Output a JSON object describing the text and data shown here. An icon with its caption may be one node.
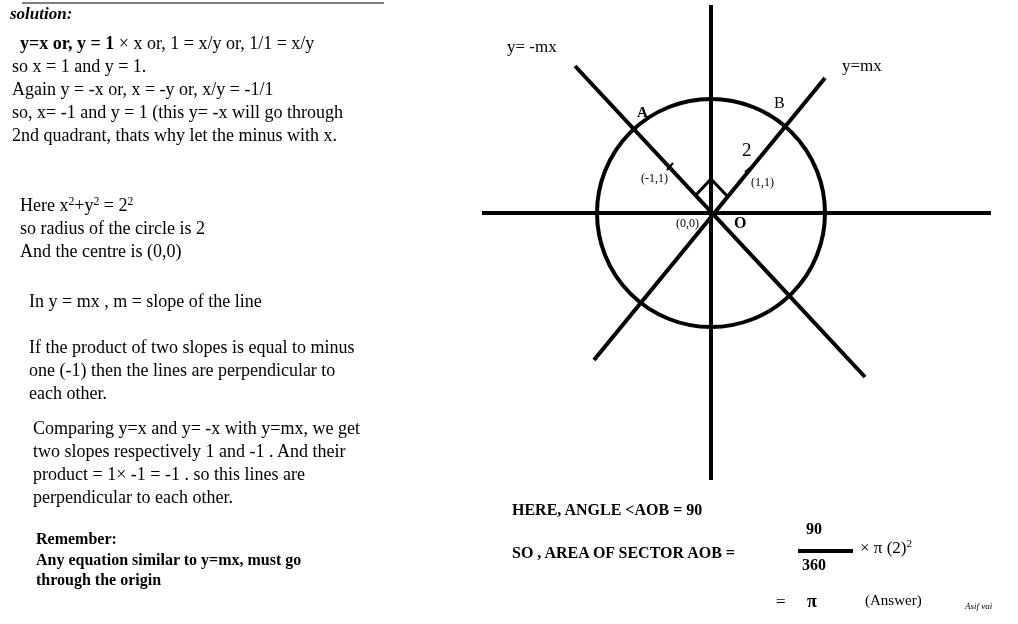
{
  "diagram": {
    "labels": [
      "solution:",
      "**y=x or, y = 1** × x or, 1 = x/y or, 1/1 = x/y",
      "so x = 1 and y = 1.",
      "Again y = -x or, x = -y or, x/y = -1/1",
      "so, x= -1 and y = 1 (this y= -x will go through",
      "2nd quadrant, thats why let the minus with x.",
      "Here x$^{2}$+y$^{2}$ = 2$^{2}$",
      "so radius of the circle is 2",
      "And the centre is (0,0)",
      "In y = mx , m = slope of the line",
      "If the product of two slopes is equal to minus one (-1) then the lines are perpendicular to each other.",
      "Comparing y=x and y= -x with y=mx, we get two slopes respectively 1 and -1 . And their product = 1× -1 = -1 . so this lines are perpendicular to each other.",
      "Remember:",
      "Any equation similar to y=mx, must go through the origin",
      "y= -mx",
      "y=mx",
      "A",
      "B",
      "2",
      "(-1,1)",
      "(1,1)",
      "(0,0)",
      "O",
      "HERE, ANGLE <AOB = 90",
      "SO , AREA OF SECTOR AOB =",
      "90",
      "360",
      "× π (2)$^{2}$",
      "=",
      "π",
      "(Answer)",
      "Asif vai"
    ]
  }
}
